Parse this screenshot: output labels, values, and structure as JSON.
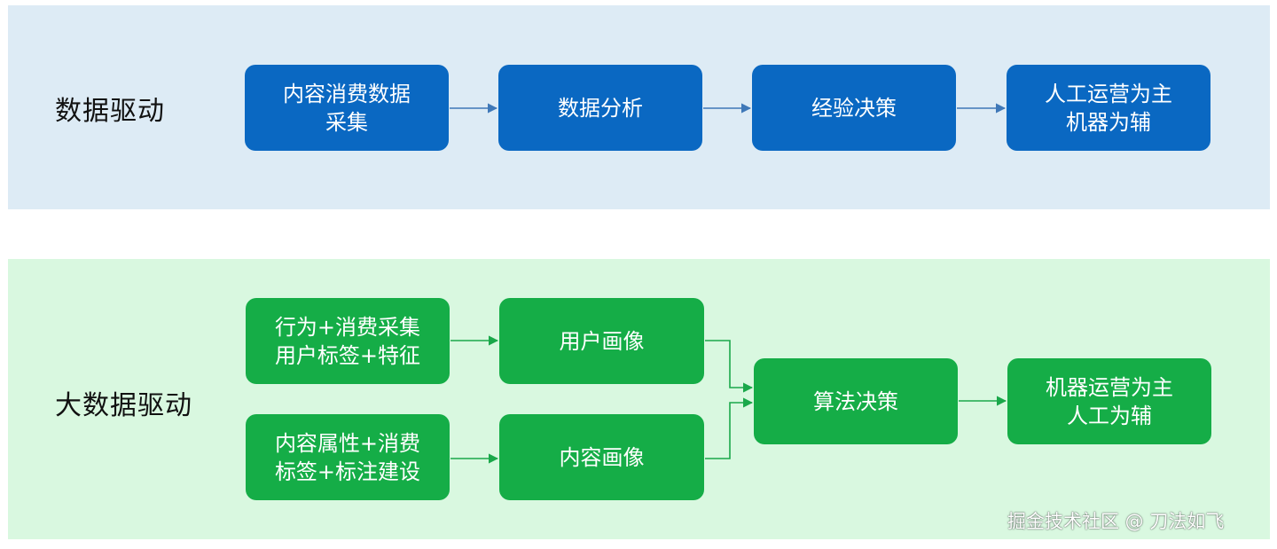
{
  "colors": {
    "top_band": "#ddebf5",
    "bottom_band": "#d9f8e0",
    "blue_box": "#0a68c2",
    "green_box": "#15ad47",
    "blue_arrow": "#3f78b8",
    "green_arrow": "#1aa84a"
  },
  "data_driven": {
    "label": "数据驱动",
    "steps": [
      {
        "line1": "内容消费数据",
        "line2": "采集"
      },
      {
        "line1": "数据分析",
        "line2": ""
      },
      {
        "line1": "经验决策",
        "line2": ""
      },
      {
        "line1": "人工运营为主",
        "line2": "机器为辅"
      }
    ]
  },
  "big_data_driven": {
    "label": "大数据驱动",
    "inputs": [
      {
        "line1": "行为+消费采集",
        "line2": "用户标签+特征"
      },
      {
        "line1": "内容属性+消费",
        "line2": "标签+标注建设"
      }
    ],
    "profiles": [
      {
        "line1": "用户画像",
        "line2": ""
      },
      {
        "line1": "内容画像",
        "line2": ""
      }
    ],
    "decision": {
      "line1": "算法决策",
      "line2": ""
    },
    "operation": {
      "line1": "机器运营为主",
      "line2": "人工为辅"
    }
  },
  "watermark": "掘金技术社区 @ 刀法如飞"
}
